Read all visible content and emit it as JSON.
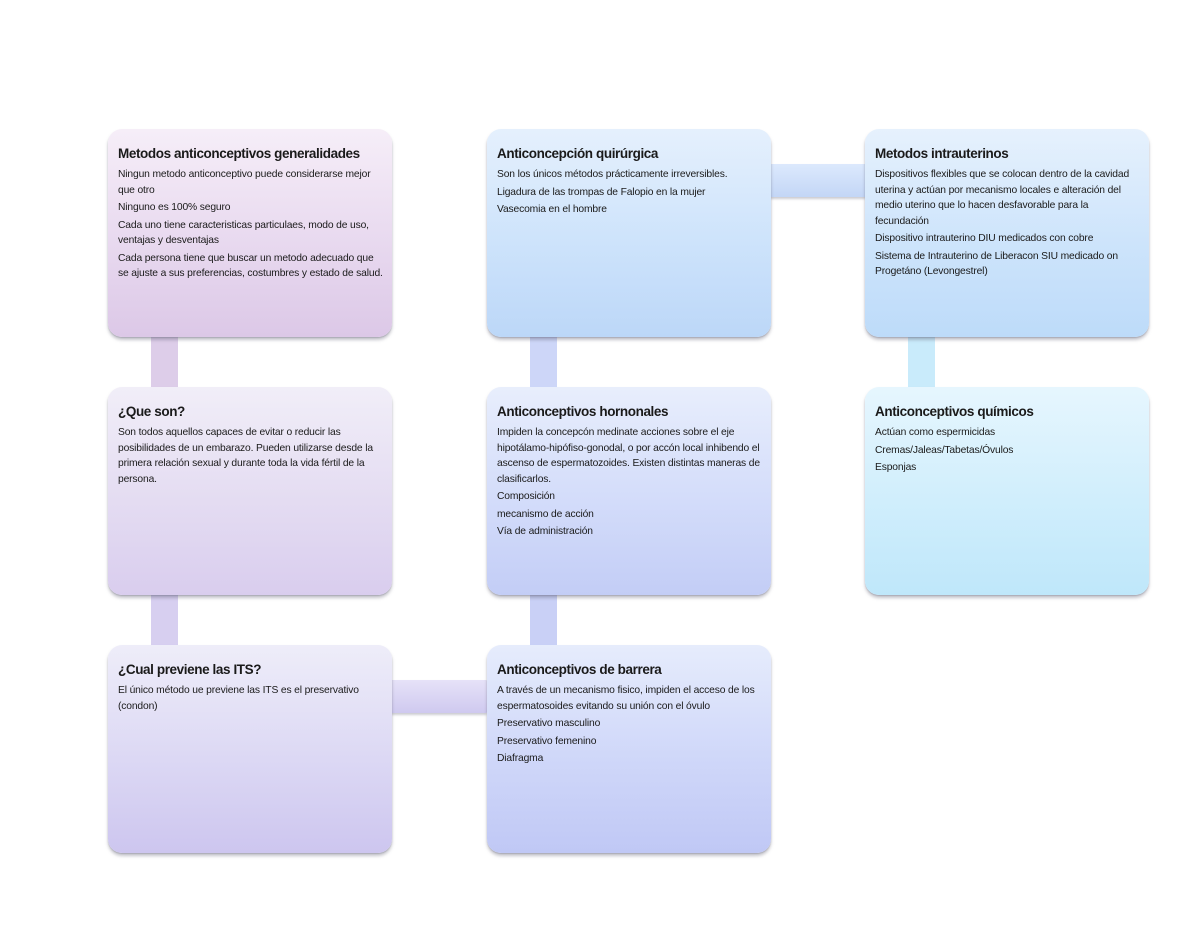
{
  "cards": [
    {
      "id": "generalidades",
      "title": "Metodos anticonceptivos generalidades",
      "lines": [
        "Ningun metodo anticonceptivo puede considerarse mejor que otro",
        "Ninguno es 100% seguro",
        "Cada uno tiene caracteristicas particulaes, modo de uso, ventajas y desventajas",
        "Cada persona tiene que buscar un metodo adecuado que se ajuste a sus preferencias, costumbres y estado de salud."
      ]
    },
    {
      "id": "que-son",
      "title": "¿Que son?",
      "lines": [
        "Son todos aquellos capaces de evitar o reducir las posibilidades de un embarazo. Pueden utilizarse desde la primera relación sexual y durante toda la vida fértil de la persona."
      ]
    },
    {
      "id": "cual-previene",
      "title": "¿Cual previene las ITS?",
      "lines": [
        "El único método ue previene las ITS es el preservativo (condon)"
      ]
    },
    {
      "id": "quirurgica",
      "title": "Anticoncepción quirúrgica",
      "lines": [
        "Son los únicos métodos prácticamente irreversibles.",
        "Ligadura de las trompas de Falopio en la mujer",
        "Vasecomia en el hombre"
      ]
    },
    {
      "id": "hormonales",
      "title": "Anticonceptivos hornonales",
      "lines": [
        "Impiden la concepcón medinate acciones sobre el eje hipotálamo-hipófiso-gonodal, o por accón local inhibendo el ascenso de espermatozoides. Existen distintas maneras de clasificarlos.",
        "Composición",
        "mecanismo de acción",
        "Vía de administración"
      ]
    },
    {
      "id": "barrera",
      "title": "Anticonceptivos de barrera",
      "lines": [
        "A través de un mecanismo fisico, impiden el acceso de los espermatosoides evitando su unión con el óvulo",
        "Preservativo masculino",
        "Preservativo femenino",
        "Diafragma"
      ]
    },
    {
      "id": "intrauterinos",
      "title": "Metodos intrauterinos",
      "lines": [
        "Dispositivos flexibles que se colocan dentro de la cavidad uterina y actúan por mecanismo locales e alteración del medio uterino que lo hacen desfavorable para la fecundación",
        "Dispositivo intrauterino DIU medicados con cobre",
        "Sistema de Intrauterino de Liberacon SIU medicado on Progetáno (Levongestrel)"
      ]
    },
    {
      "id": "quimicos",
      "title": "Anticonceptivos químicos",
      "lines": [
        "Actúan como espermicidas",
        "Cremas/Jaleas/Tabetas/Óvulos",
        "Esponjas"
      ]
    }
  ],
  "colors": {
    "connector_violet": "#dccbe8",
    "connector_lavender": "#d9d2f0",
    "connector_periwinkle": "#cbd4f7",
    "connector_blue": "#c6daf8",
    "connector_cyan": "#c8ebfb"
  }
}
